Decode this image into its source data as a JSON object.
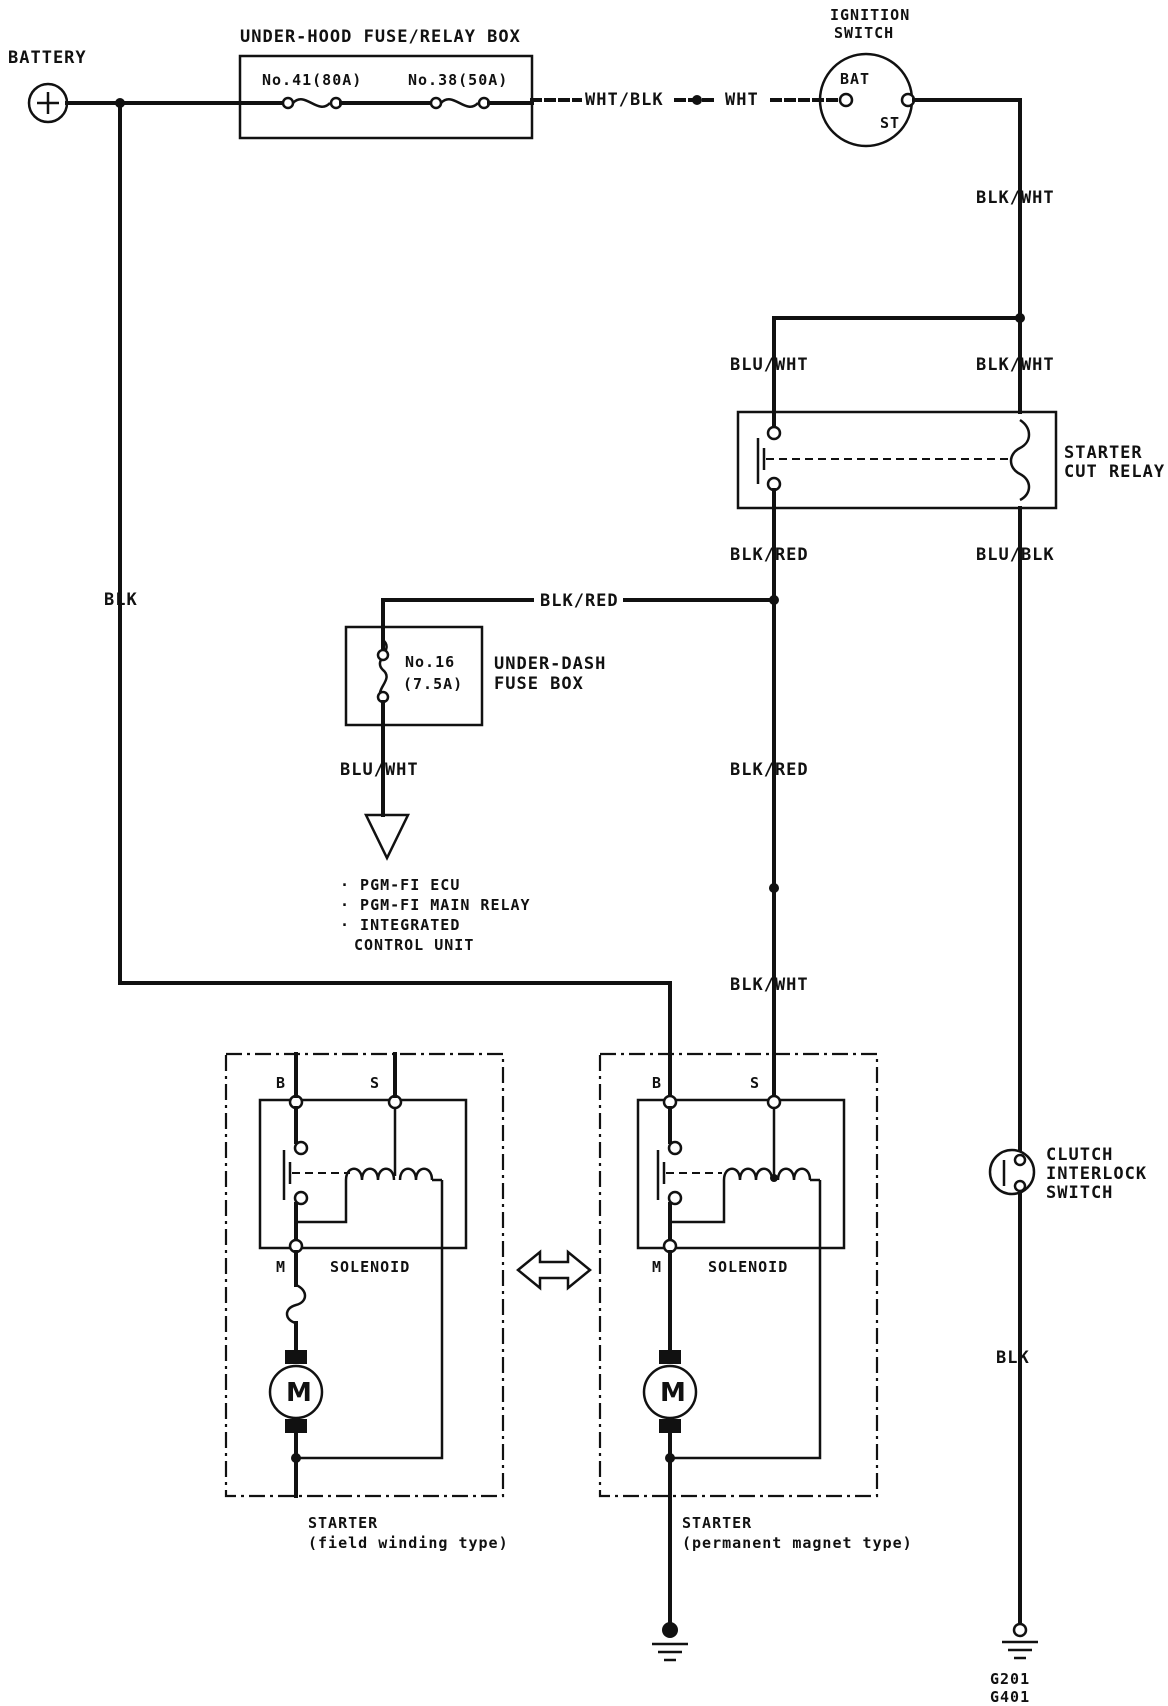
{
  "battery": {
    "label": "BATTERY",
    "symbol": "+"
  },
  "underhood_box": {
    "title": "UNDER-HOOD FUSE/RELAY BOX",
    "fuse1": "No.41(80A)",
    "fuse2": "No.38(50A)"
  },
  "ignition_switch": {
    "title_line1": "IGNITION",
    "title_line2": "SWITCH",
    "bat": "BAT",
    "st": "ST"
  },
  "wires": {
    "wht_blk": "WHT/BLK",
    "wht": "WHT",
    "blk_wht_top": "BLK/WHT",
    "blu_wht_relay": "BLU/WHT",
    "blk_wht_relay": "BLK/WHT",
    "blk_red_relay": "BLK/RED",
    "blu_blk_relay": "BLU/BLK",
    "blk_red_branch": "BLK/RED",
    "blk_red_mid": "BLK/RED",
    "blk_wht_lower": "BLK/WHT",
    "blk_main": "BLK",
    "blu_wht_fuse": "BLU/WHT",
    "blk_ground": "BLK"
  },
  "starter_cut_relay": {
    "line1": "STARTER",
    "line2": "CUT RELAY"
  },
  "underdash_box": {
    "fuse_line1": "No.16",
    "fuse_line2": "(7.5A)",
    "title_line1": "UNDER-DASH",
    "title_line2": "FUSE BOX"
  },
  "destinations": {
    "line1": "· PGM-FI ECU",
    "line2": "· PGM-FI MAIN RELAY",
    "line3": "· INTEGRATED",
    "line4": "CONTROL UNIT"
  },
  "starter_left": {
    "b": "B",
    "s": "S",
    "m": "M",
    "solenoid": "SOLENOID",
    "motor": "M",
    "caption1": "STARTER",
    "caption2": "(field winding type)"
  },
  "starter_right": {
    "b": "B",
    "s": "S",
    "m": "M",
    "solenoid": "SOLENOID",
    "motor": "M",
    "caption1": "STARTER",
    "caption2": "(permanent magnet type)"
  },
  "clutch_switch": {
    "line1": "CLUTCH",
    "line2": "INTERLOCK",
    "line3": "SWITCH"
  },
  "grounds": {
    "line1": "G201",
    "line2": "G401"
  }
}
